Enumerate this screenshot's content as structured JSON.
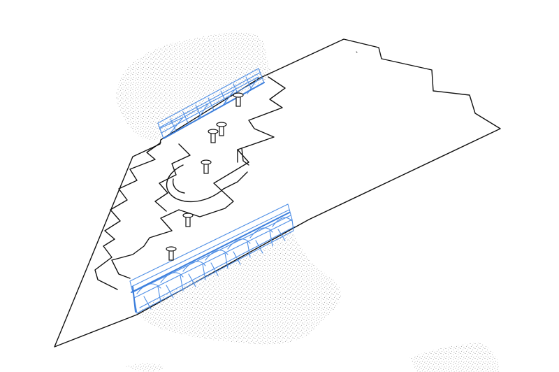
{
  "colors": {
    "ink": "#111111",
    "structure_blue": "#4f8fe6",
    "stipple": "#8a8a8a",
    "background": "#ffffff"
  },
  "elements": {
    "site_plane": "outline",
    "paving_zones": "outline",
    "ground_texture": "stippled",
    "frame_structures": 2,
    "bollards": 6
  }
}
